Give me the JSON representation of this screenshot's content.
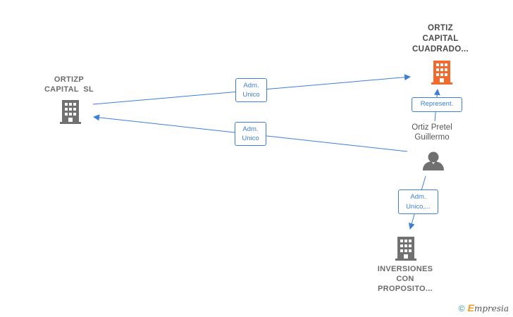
{
  "nodes": {
    "ortizp": {
      "label_line1": "ORTIZP",
      "label_line2": "CAPITAL  SL"
    },
    "ortiz_capital": {
      "label_line1": "ORTIZ",
      "label_line2": "CAPITAL",
      "label_line3": "CUADRADO..."
    },
    "person": {
      "label_line1": "Ortiz Pretel",
      "label_line2": "Guillermo"
    },
    "inversiones": {
      "label_line1": "INVERSIONES",
      "label_line2": "CON",
      "label_line3": "PROPOSITO..."
    }
  },
  "edges": {
    "e1": {
      "line1": "Adm.",
      "line2": "Unico"
    },
    "e2": {
      "line1": "Adm.",
      "line2": "Unico"
    },
    "e3": {
      "line1": "Represent."
    },
    "e4": {
      "line1": "Adm.",
      "line2": "Unico,..."
    }
  },
  "colors": {
    "edge": "#3d7fd6",
    "building": "#717171",
    "focus_building": "#f26a2e",
    "person": "#707070"
  },
  "icons": {
    "company": "building-icon",
    "focus_company": "building-icon",
    "person": "person-icon"
  },
  "brand": {
    "copyright": "©",
    "initial": "E",
    "rest": "mpresia"
  }
}
